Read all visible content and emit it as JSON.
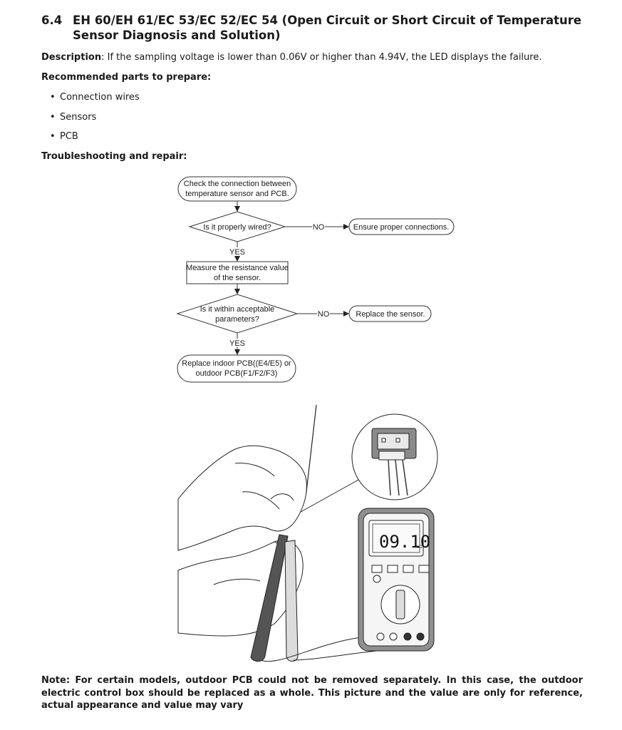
{
  "section": {
    "number": "6.4",
    "title": "EH 60/EH 61/EC 53/EC 52/EC 54 (Open Circuit or Short Circuit of Temperature Sensor Diagnosis and Solution)"
  },
  "description": {
    "label": "Description",
    "text": ": If the sampling voltage is lower than 0.06V or higher than 4.94V, the LED displays the failure."
  },
  "parts": {
    "heading": "Recommended parts to prepare:",
    "items": [
      "Connection wires",
      "Sensors",
      "PCB"
    ]
  },
  "troubleshooting": {
    "heading": "Troubleshooting and repair:"
  },
  "flowchart": {
    "start": [
      "Check the connection between",
      "temperature sensor and PCB."
    ],
    "decision1": "Is it properly wired?",
    "no1_label": "NO",
    "action1": "Ensure proper connections.",
    "yes1_label": "YES",
    "step2": [
      "Measure the resistance value",
      "of the sensor."
    ],
    "decision2": [
      "Is it within acceptable",
      "parameters?"
    ],
    "no2_label": "NO",
    "action2": "Replace the sensor.",
    "yes2_label": "YES",
    "end": [
      "Replace indoor PCB((E4/E5) or",
      "outdoor PCB(F1/F2/F3)"
    ]
  },
  "illustration": {
    "meter_reading": "09.10",
    "meter_unit": "kΩ"
  },
  "note": "Note: For certain models, outdoor PCB could not be removed separately. In this case, the outdoor electric control box should be replaced as a whole. This picture and the value are only for reference, actual appearance and value may vary"
}
